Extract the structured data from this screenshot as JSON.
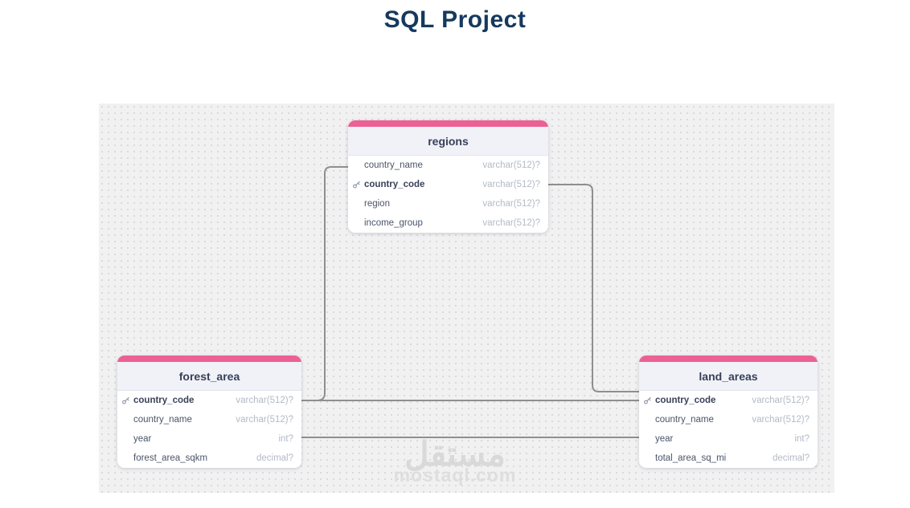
{
  "page": {
    "title": "SQL Project",
    "watermark": {
      "arabic": "مستقل",
      "domain": "mostaql.com"
    }
  },
  "colors": {
    "accent_pink": "#ec6094",
    "title_navy": "#15395e",
    "canvas_background": "#f1f1f2",
    "relationship_line": "#8f8f8f",
    "table_header_background": "#f0f2f8"
  },
  "icons": {
    "primary_key": "key-icon"
  },
  "tables": [
    {
      "name": "regions",
      "fields": [
        {
          "name": "country_name",
          "type": "varchar(512)?",
          "pk": false
        },
        {
          "name": "country_code",
          "type": "varchar(512)?",
          "pk": true
        },
        {
          "name": "region",
          "type": "varchar(512)?",
          "pk": false
        },
        {
          "name": "income_group",
          "type": "varchar(512)?",
          "pk": false
        }
      ]
    },
    {
      "name": "forest_area",
      "fields": [
        {
          "name": "country_code",
          "type": "varchar(512)?",
          "pk": true
        },
        {
          "name": "country_name",
          "type": "varchar(512)?",
          "pk": false
        },
        {
          "name": "year",
          "type": "int?",
          "pk": false
        },
        {
          "name": "forest_area_sqkm",
          "type": "decimal?",
          "pk": false
        }
      ]
    },
    {
      "name": "land_areas",
      "fields": [
        {
          "name": "country_code",
          "type": "varchar(512)?",
          "pk": true
        },
        {
          "name": "country_name",
          "type": "varchar(512)?",
          "pk": false
        },
        {
          "name": "year",
          "type": "int?",
          "pk": false
        },
        {
          "name": "total_area_sq_mi",
          "type": "decimal?",
          "pk": false
        }
      ]
    }
  ],
  "relationships": [
    {
      "from_table": "regions",
      "from_field_row": "country_name",
      "to_table": "forest_area",
      "to_field_row": "country_code"
    },
    {
      "from_table": "regions",
      "from_field_row": "country_code",
      "to_table": "land_areas",
      "to_field_row": "country_code"
    },
    {
      "from_table": "forest_area",
      "from_field_row": "country_code",
      "to_table": "land_areas",
      "to_field_row": "country_code"
    },
    {
      "from_table": "forest_area",
      "from_field_row": "year",
      "to_table": "land_areas",
      "to_field_row": "year"
    }
  ]
}
